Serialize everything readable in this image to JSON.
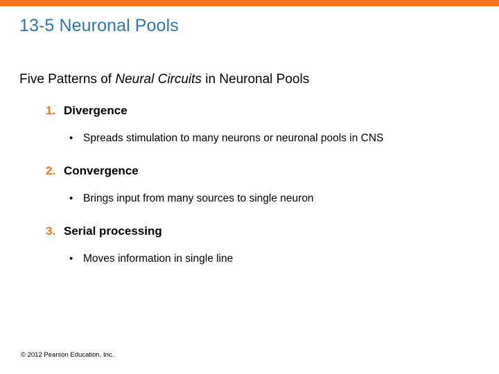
{
  "slide": {
    "title": "13-5 Neuronal Pools",
    "lead": {
      "prefix": "Five Patterns of ",
      "italic": "Neural Circuits",
      "suffix": " in Neuronal Pools"
    },
    "items": [
      {
        "number": "1.",
        "heading": "Divergence",
        "bullet_mark": "•",
        "bullet_text": "Spreads stimulation to many neurons or neuronal pools in CNS"
      },
      {
        "number": "2.",
        "heading": "Convergence",
        "bullet_mark": "•",
        "bullet_text": "Brings input from many sources to single neuron"
      },
      {
        "number": "3.",
        "heading": "Serial processing",
        "bullet_mark": "•",
        "bullet_text": "Moves information in single line"
      }
    ],
    "footer": "© 2012 Pearson Education, Inc.",
    "colors": {
      "accent_bar": "#F4761E",
      "title": "#2E75A8",
      "number": "#F4761E",
      "text": "#000000"
    }
  }
}
